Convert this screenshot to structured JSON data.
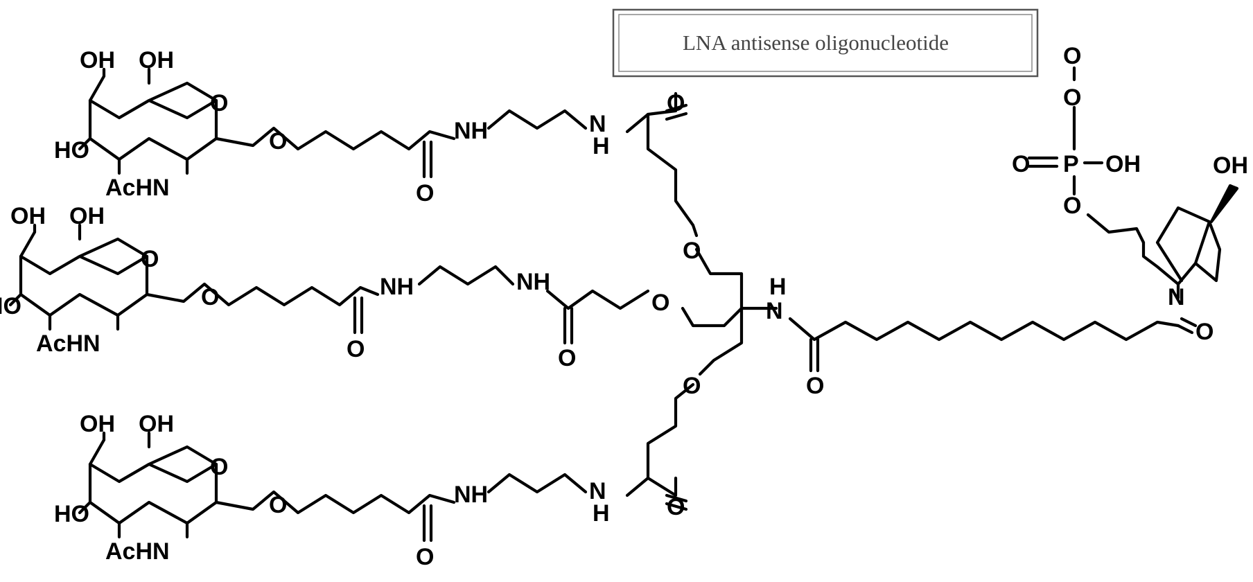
{
  "caption": "LNA antisense oligonucleotide",
  "atom_labels": {
    "oh": "OH",
    "o": "O",
    "ho": "HO",
    "achn": "AcHN",
    "nh": "NH",
    "n": "N",
    "h": "H",
    "p": "P"
  }
}
